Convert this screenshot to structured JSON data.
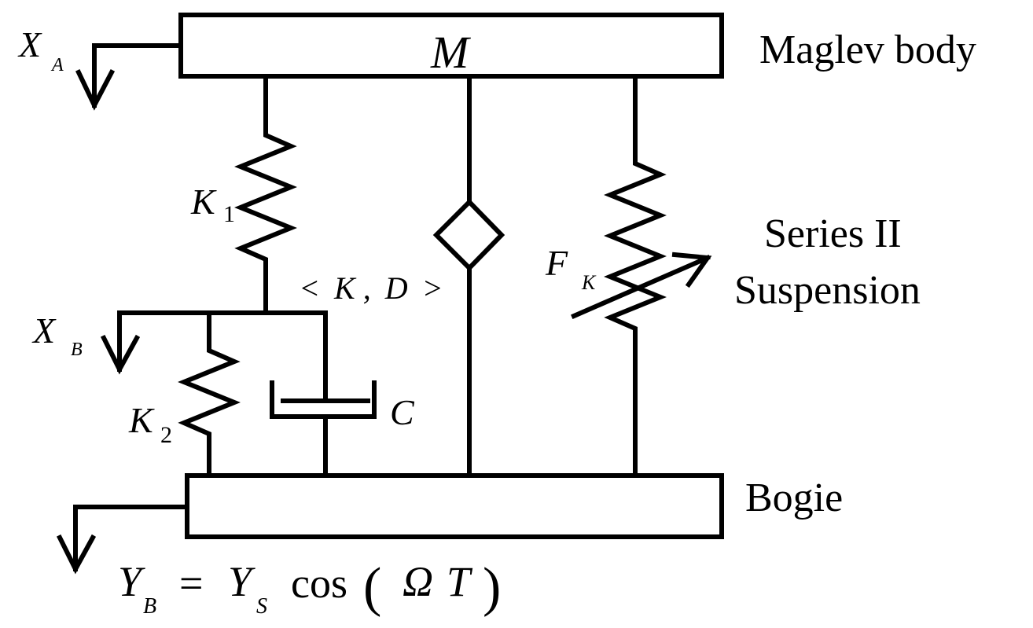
{
  "labels": {
    "body_title": "Maglev body",
    "suspension_line1": "Series II",
    "suspension_line2": "Suspension",
    "bogie_title": "Bogie"
  },
  "symbols": {
    "mass": "M",
    "disp_a": "X",
    "disp_a_sub": "A",
    "disp_b": "X",
    "disp_b_sub": "B",
    "spring1": "K",
    "spring1_sub": "1",
    "spring2": "K",
    "spring2_sub": "2",
    "damper": "C",
    "element_lt": "<",
    "element_k": "K",
    "element_comma": ",",
    "element_d": "D",
    "element_gt": ">",
    "force": "F",
    "force_sub": "K"
  },
  "equation": {
    "lhs": "Y",
    "lhs_sub": "B",
    "equals": "=",
    "amp": "Y",
    "amp_sub": "S",
    "func": "cos",
    "lparen": "(",
    "omega": "Ω",
    "time": "T",
    "rparen": ")"
  }
}
